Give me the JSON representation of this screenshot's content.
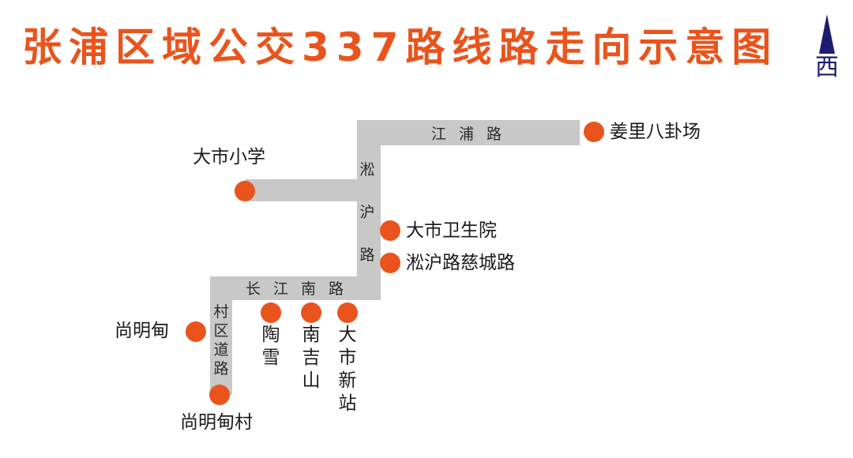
{
  "title": "张浦区域公交337路线路走向示意图",
  "compass": {
    "label": "西",
    "icon": "north-arrow"
  },
  "roads": {
    "jiangpu": "江浦路",
    "songhu": "淞沪路",
    "changjiang_south": "长江南路",
    "village": "村区道路"
  },
  "stops": {
    "jiangli_bagua": "姜里八卦场",
    "dashi_school": "大市小学",
    "dashi_hospital": "大市卫生院",
    "songhu_cicheng": "淞沪路慈城路",
    "taoxue": "陶雪",
    "nanjishan": "南吉山",
    "dashi_station": "大市新站",
    "shangmingdian": "尚明甸",
    "shangmingdian_village": "尚明甸村"
  },
  "colors": {
    "accent": "#e9541d",
    "road": "#c8c8c8",
    "compass": "#1c1c70"
  }
}
